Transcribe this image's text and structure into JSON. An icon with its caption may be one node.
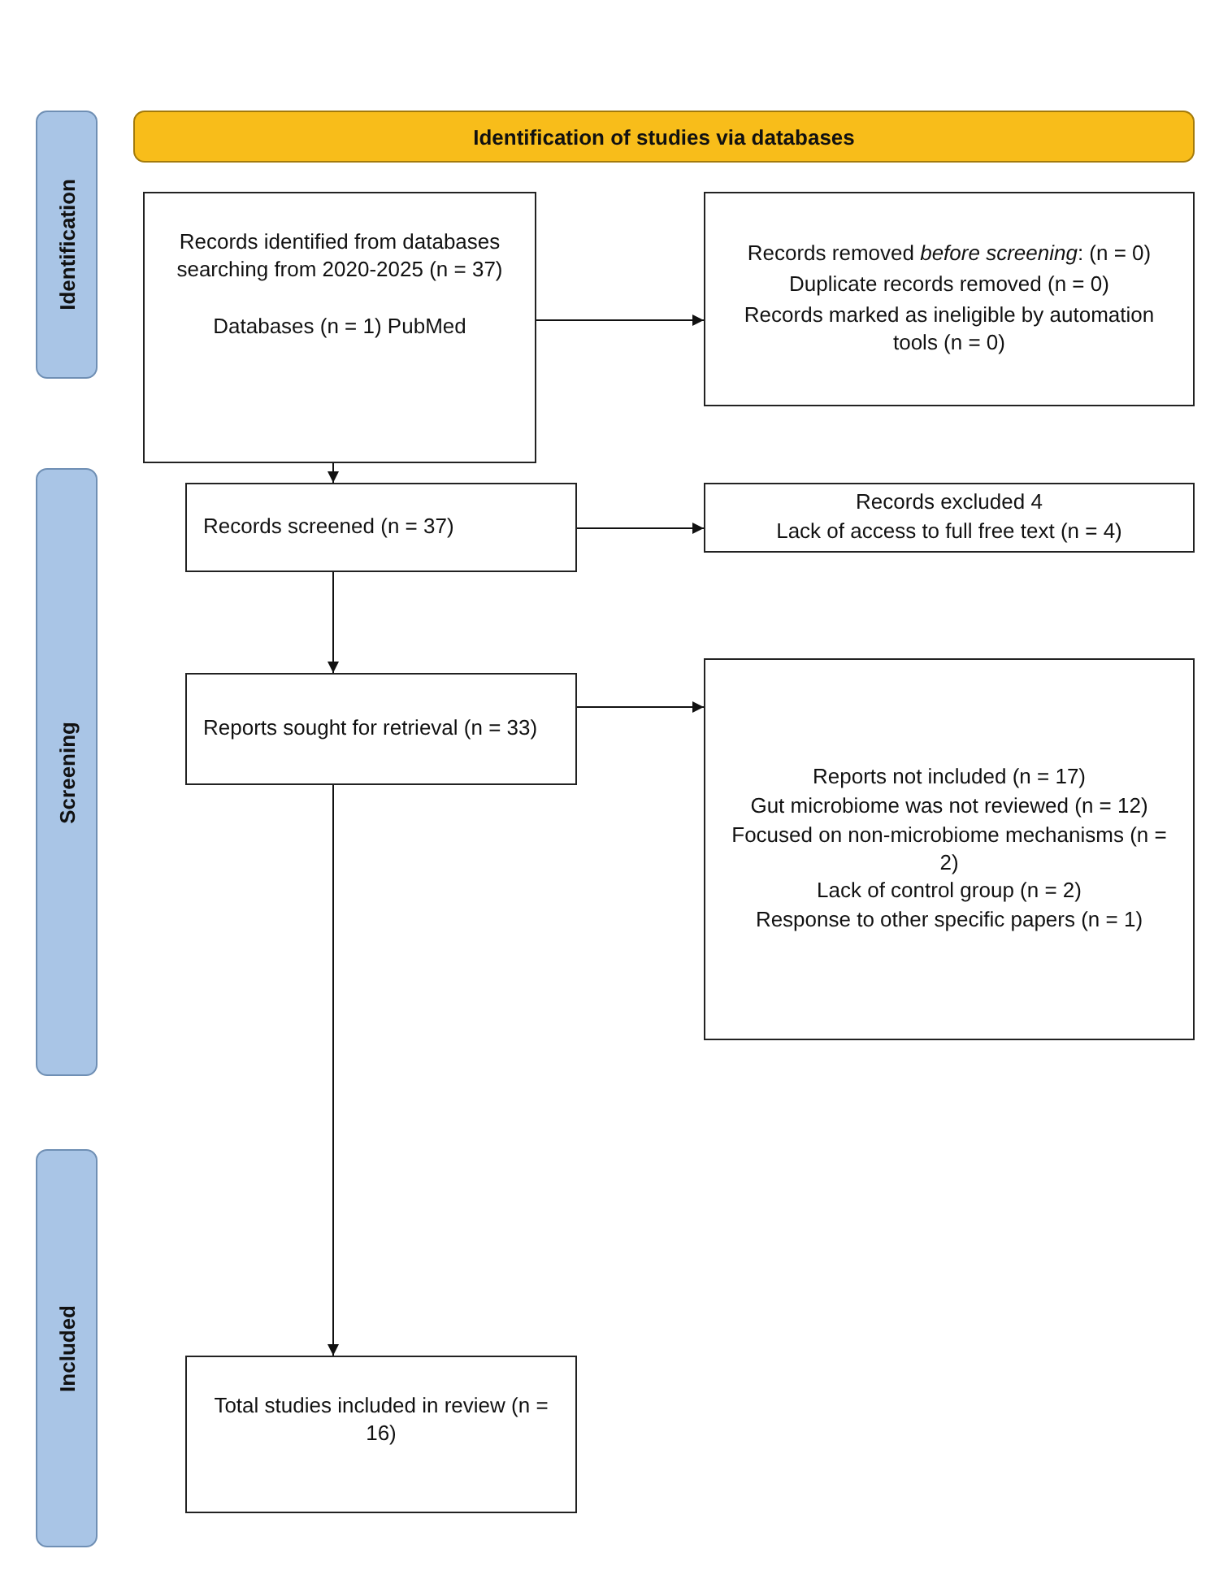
{
  "diagram": {
    "nodes": [
      {
        "text": [
          "Identification of studies via databases"
        ]
      },
      {
        "text": [
          "Identification"
        ]
      },
      {
        "text": [
          "Records identified from databases searching from 2020-2025 (n = 37)",
          "Databases (n = 1) PubMed"
        ]
      },
      {
        "text": [
          "Records removed *before screening*: (n = 0)",
          "Duplicate records removed (n = 0)",
          "Records marked as ineligible by automation tools (n = 0)"
        ]
      },
      {
        "text": [
          "Screening"
        ]
      },
      {
        "text": [
          "Records screened (n = 37)"
        ]
      },
      {
        "text": [
          "Records excluded 4",
          "Lack of access to full free text (n = 4)"
        ]
      },
      {
        "text": [
          "Reports sought for retrieval (n = 33)"
        ]
      },
      {
        "text": [
          "Reports not included (n = 17)",
          "Gut microbiome was not reviewed (n = 12)",
          "Focused on non-microbiome mechanisms (n = 2)",
          "Lack of control group (n = 2)",
          "Response to other specific papers (n = 1)"
        ]
      },
      {
        "text": [
          "Included"
        ]
      },
      {
        "text": [
          "Total studies included in review (n = 16)"
        ]
      }
    ],
    "edges": [
      {
        "from": 2,
        "to": 3,
        "arrow": "to"
      },
      {
        "from": 2,
        "to": 5,
        "arrow": "to"
      },
      {
        "from": 5,
        "to": 6,
        "arrow": "to"
      },
      {
        "from": 5,
        "to": 7,
        "arrow": "to"
      },
      {
        "from": 7,
        "to": 8,
        "arrow": "to"
      },
      {
        "from": 7,
        "to": 10,
        "arrow": "to"
      }
    ]
  }
}
